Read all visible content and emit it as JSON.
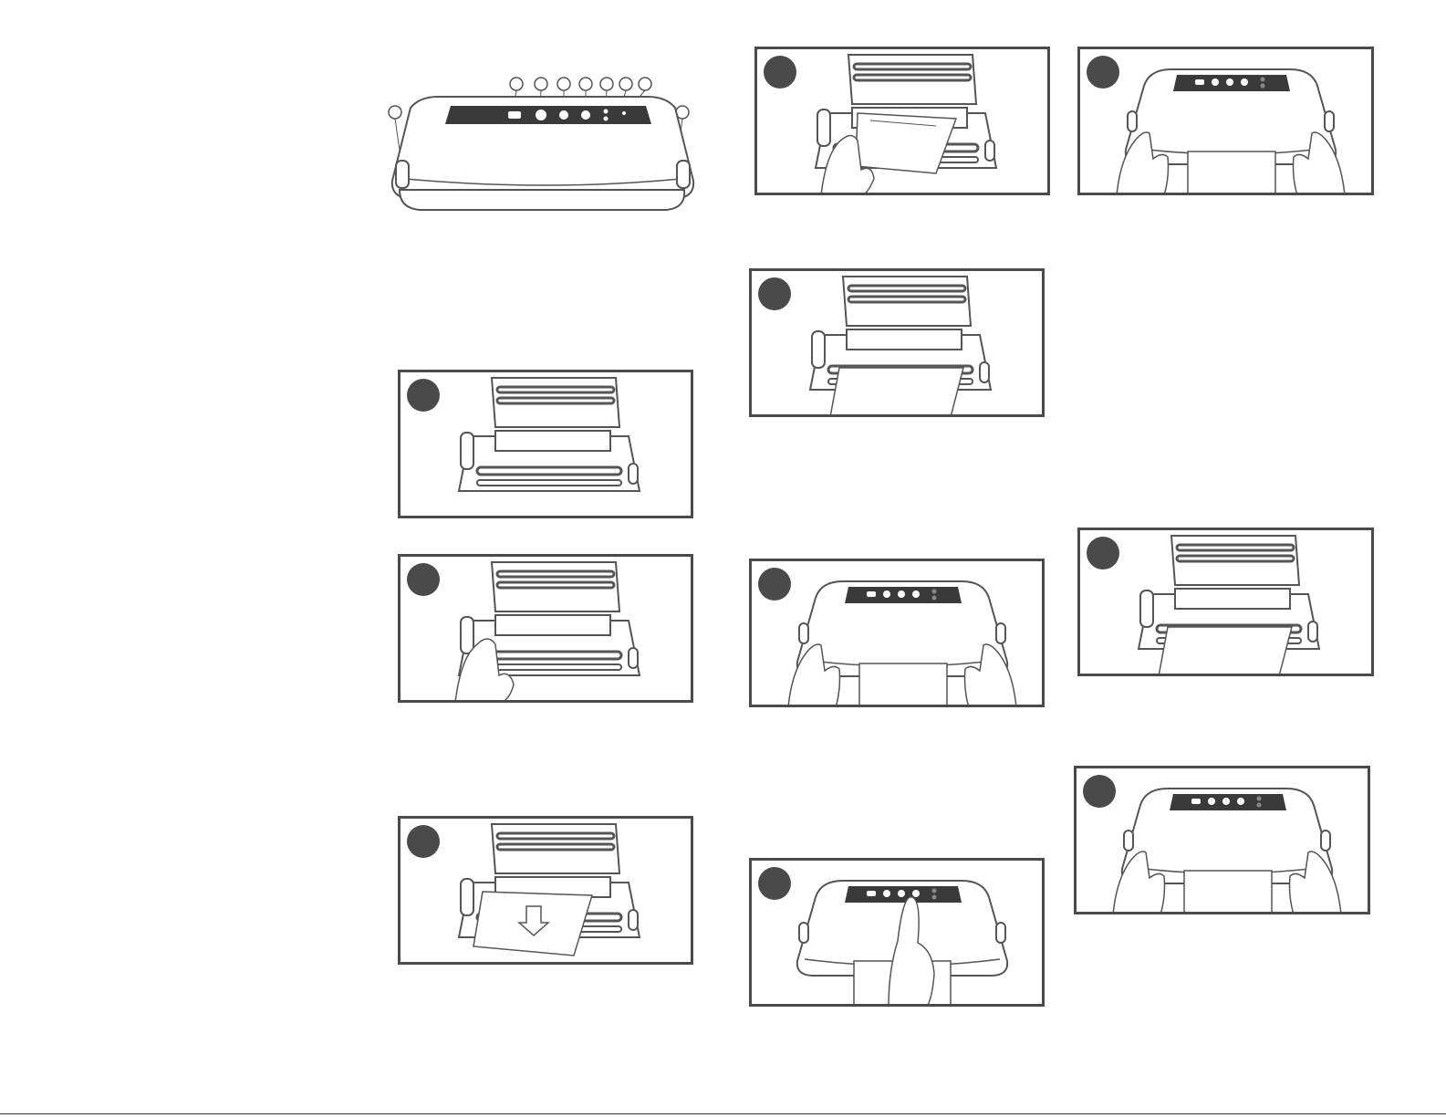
{
  "document": {
    "overview": {
      "callout_count": 9
    },
    "figures": [
      {
        "id": "fig-a",
        "scene": "lid-open"
      },
      {
        "id": "fig-b",
        "scene": "lid-open-hand"
      },
      {
        "id": "fig-c",
        "scene": "bag-inserted-arrow"
      },
      {
        "id": "fig-d",
        "scene": "bag-measure"
      },
      {
        "id": "fig-e",
        "scene": "bag-in-channel"
      },
      {
        "id": "fig-f",
        "scene": "lid-press-hands"
      },
      {
        "id": "fig-g",
        "scene": "button-press"
      },
      {
        "id": "fig-h",
        "scene": "lid-press-hands"
      },
      {
        "id": "fig-i",
        "scene": "bag-in-channel"
      },
      {
        "id": "fig-j",
        "scene": "lid-press-hands"
      }
    ]
  },
  "colors": {
    "frame": "#4a4a4a",
    "line": "#555555",
    "panel_dark": "#3a3a3a",
    "paper": "#ffffff"
  }
}
